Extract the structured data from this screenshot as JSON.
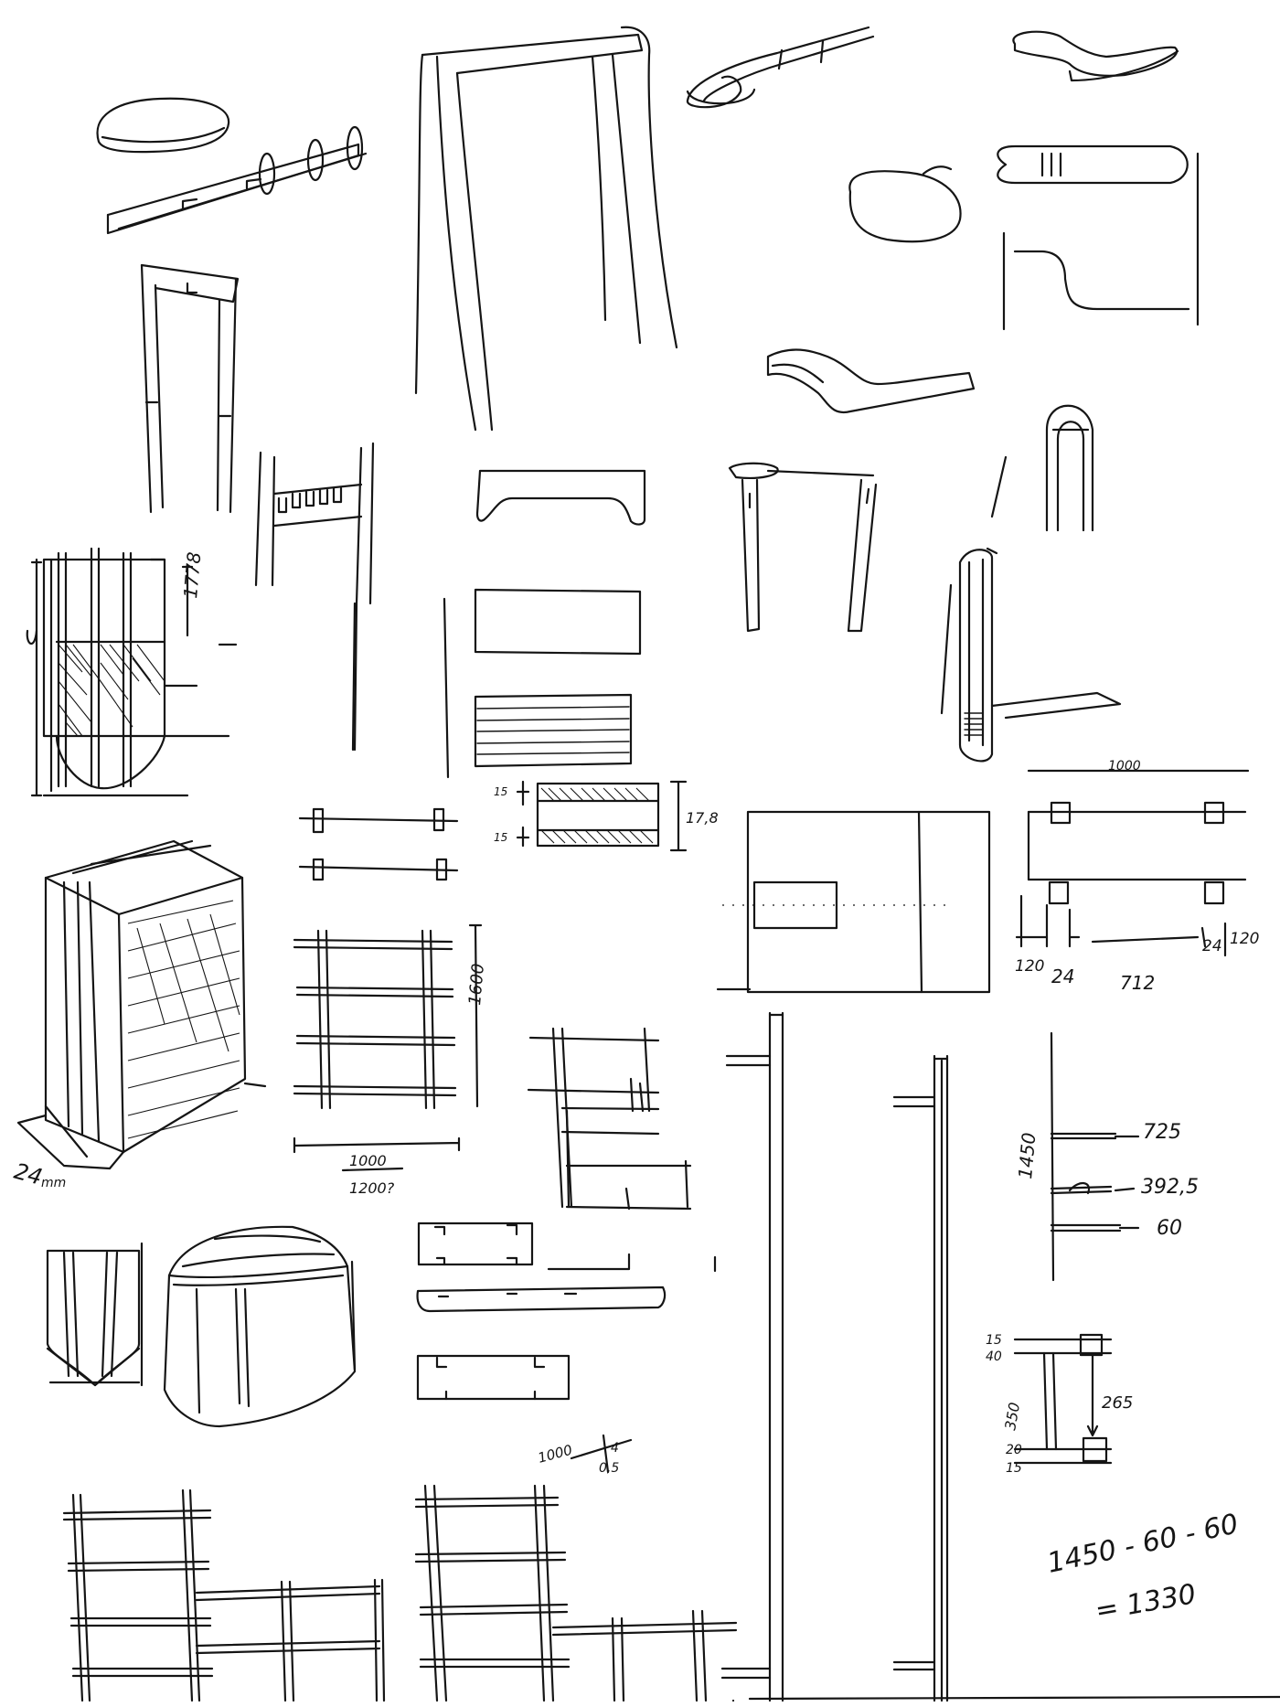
{
  "annotations": {
    "dim_1778": "1778",
    "dim_1000_top": "1000",
    "dim_24_mm": "24",
    "unit_mm": "mm",
    "dim_1600": "1600",
    "dim_1000_mid": "1000",
    "dim_1200": "1200?",
    "dim_120_left": "120",
    "dim_24_mid": "24",
    "dim_712": "712",
    "dim_24_right": "24",
    "dim_120_right": "120",
    "dim_1450": "1450",
    "dim_725": "725",
    "dim_392": "392,5",
    "dim_60": "60",
    "dim_15_top": "15",
    "dim_40": "40",
    "dim_350": "350",
    "dim_265": "265",
    "dim_15_bottom": "15",
    "dim_20": "20",
    "frac_1000": "1000",
    "frac_4": "4",
    "frac_05": "0,5",
    "formula_line1": "1450 - 60 - 60",
    "formula_line2": "= 1330"
  },
  "colors": {
    "ink": "#151515",
    "paper": "#ffffff"
  },
  "icons": {
    "sketches": "pen-sketch-furniture-studies"
  }
}
